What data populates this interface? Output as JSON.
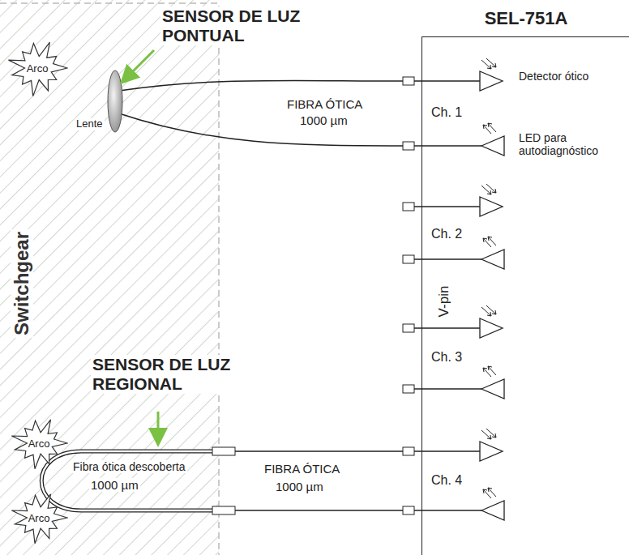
{
  "diagram": {
    "nodes": [
      {
        "text": [
          "Switchgear"
        ]
      },
      {
        "text": [
          "Arco"
        ],
        "in": 0
      },
      {
        "text": [
          "SEL-751A"
        ]
      },
      {
        "text": [
          "Arco"
        ],
        "in": 0
      },
      {
        "text": [
          "Arco"
        ],
        "in": 0
      }
    ],
    "labels": [
      "SENSOR DE LUZ PONTUAL",
      "Lente",
      "FIBRA ÓTICA",
      "1000 µm",
      "Detector ótico",
      "LED para autodiagnóstico",
      "Ch. 1",
      "Ch. 2",
      "V-pin",
      "Ch. 3",
      "SENSOR DE LUZ REGIONAL",
      "Fibra ótica descoberta",
      "1000 µm",
      "FIBRA ÓTICA",
      "1000 µm",
      "Ch. 4"
    ]
  }
}
